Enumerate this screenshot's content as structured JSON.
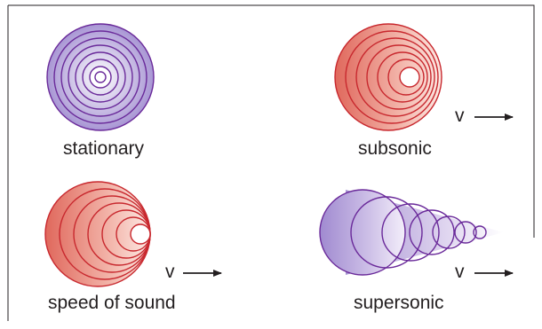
{
  "panels": [
    {
      "id": "stationary",
      "label": "stationary",
      "fill": "#a896d4",
      "stroke": "#6a2a9a",
      "velocity": ""
    },
    {
      "id": "subsonic",
      "label": "subsonic",
      "fill": "#e57a6e",
      "stroke": "#c8282e",
      "velocity": "v"
    },
    {
      "id": "speed-of-sound",
      "label": "speed of sound",
      "fill": "#e57a6e",
      "stroke": "#c8282e",
      "velocity": "v"
    },
    {
      "id": "supersonic",
      "label": "supersonic",
      "fill": "#a896d4",
      "stroke": "#6a2a9a",
      "velocity": "v"
    }
  ],
  "frame_color": "#231f20"
}
